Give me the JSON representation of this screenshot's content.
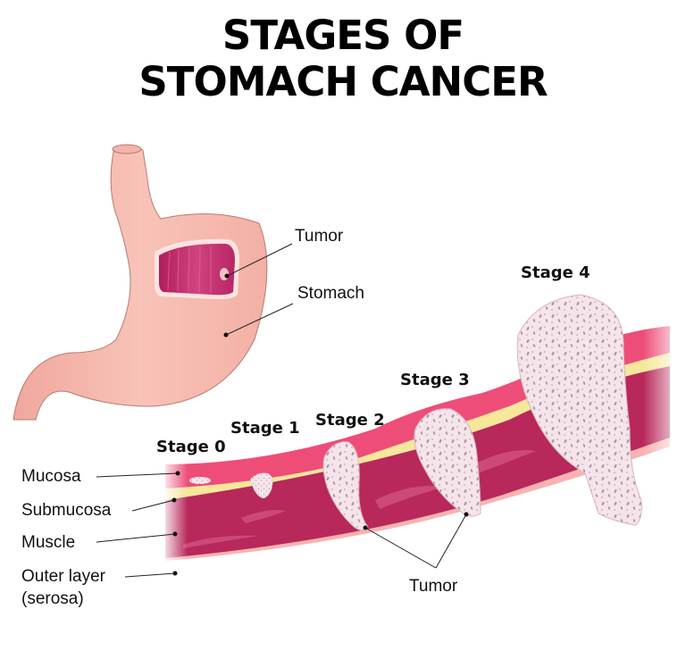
{
  "title": {
    "line1": "STAGES OF",
    "line2": "STOMACH CANCER"
  },
  "stomach_figure": {
    "labels": {
      "tumor": "Tumor",
      "stomach": "Stomach"
    }
  },
  "layers": {
    "mucosa": "Mucosa",
    "submucosa": "Submucosa",
    "muscle": "Muscle",
    "outer_layer_line1": "Outer layer",
    "outer_layer_line2": "(serosa)"
  },
  "stages": [
    {
      "label": "Stage 0"
    },
    {
      "label": "Stage 1"
    },
    {
      "label": "Stage 2"
    },
    {
      "label": "Stage 3"
    },
    {
      "label": "Stage 4"
    }
  ],
  "tumor_label": "Tumor",
  "colors": {
    "stomach_pink": "#f6b5aa",
    "stomach_inner": "#c8276a",
    "mucosa": "#ee4d78",
    "submucosa": "#f6e79a",
    "muscle": "#b8285a",
    "serosa": "#f7b3b1",
    "tumor_fill": "#f7e4ea",
    "tumor_dots": "#9c8f98"
  }
}
